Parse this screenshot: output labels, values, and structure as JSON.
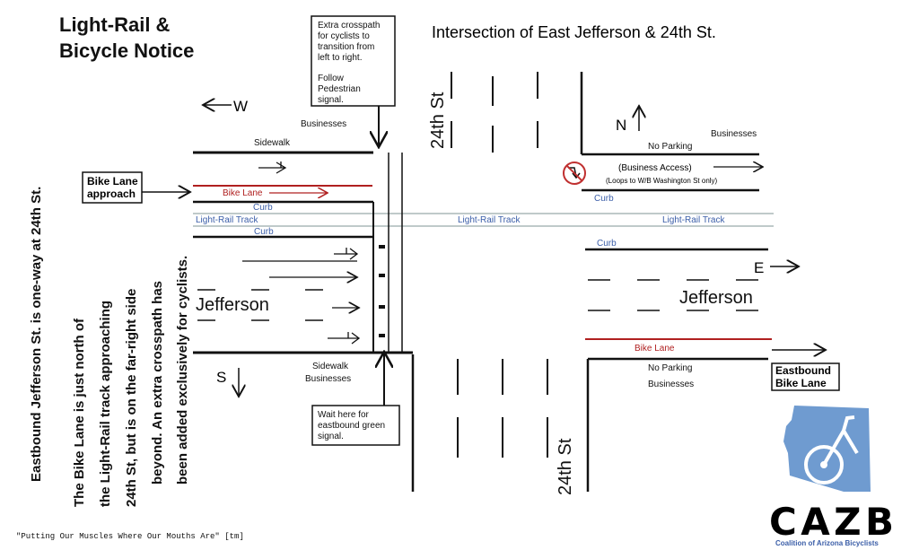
{
  "title": {
    "line1": "Light-Rail &",
    "line2": "Bicycle Notice"
  },
  "heading": "Intersection of East Jefferson & 24th St.",
  "note_crosspath": [
    "Extra crosspath",
    "for cyclists to",
    "transition from",
    "left to right.",
    "",
    "Follow",
    "Pedestrian",
    "signal."
  ],
  "note_wait": [
    "Wait here for",
    "eastbound green",
    "signal."
  ],
  "bike_lane_approach": [
    "Bike Lane",
    "approach"
  ],
  "eastbound_bike_lane": [
    "Eastbound",
    "Bike Lane"
  ],
  "side_text": {
    "col1": "Eastbound Jefferson St. is one-way at 24th St.",
    "lines": [
      "The Bike Lane is just north of",
      "the Light-Rail track  approaching",
      "24th St, but is on the far-right side",
      "beyond.  An extra crosspath has",
      "been added exclusively for cyclists."
    ]
  },
  "compass": {
    "west": "W",
    "north": "N",
    "south": "S",
    "east": "E"
  },
  "labels": {
    "businesses": "Businesses",
    "sidewalk": "Sidewalk",
    "bike_lane": "Bike Lane",
    "curb": "Curb",
    "light_rail_track": "Light-Rail Track",
    "jefferson": "Jefferson",
    "street_24th": "24th St",
    "no_parking": "No Parking",
    "business_access": "(Business Access)",
    "loops": "(Loops to W/B Washington St only)"
  },
  "tagline": "\"Putting Our Muscles Where Our Mouths Are\" [tm]",
  "logo": {
    "name": "CAZB",
    "subtitle": "Coalition of Arizona Bicyclists"
  },
  "colors": {
    "bike_lane": "#b02020",
    "label_blue": "#3b5ea8",
    "logo_blue": "#6f9bd0"
  }
}
